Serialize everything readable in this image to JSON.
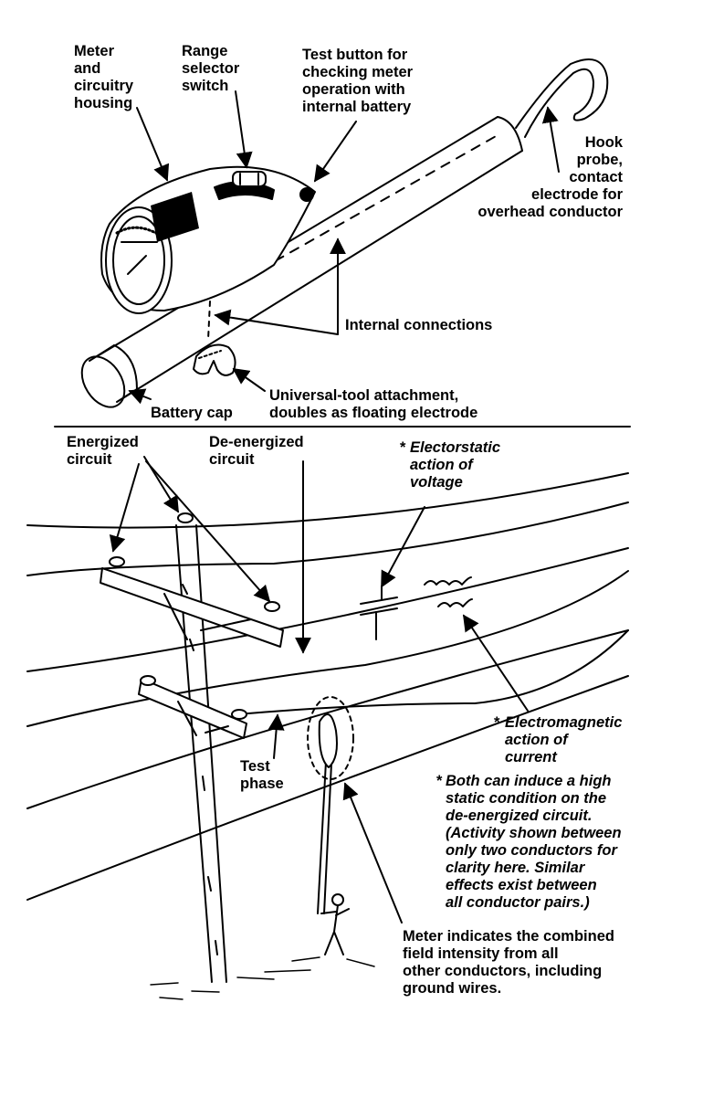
{
  "top_figure": {
    "meter_housing": "Meter\nand\ncircuitry\nhousing",
    "range_selector": "Range\nselector\nswitch",
    "test_button": "Test button for\nchecking meter\noperation with\ninternal battery",
    "hook_probe": "Hook\nprobe,\ncontact\nelectrode for\noverhead conductor",
    "internal_connections": "Internal connections",
    "universal_tool": "Universal-tool attachment,\ndoubles as floating electrode",
    "battery_cap": "Battery cap"
  },
  "bottom_figure": {
    "energized": "Energized\ncircuit",
    "deenergized": "De-energized\ncircuit",
    "electrostatic_star": "*",
    "electrostatic": "Electorstatic\naction of\nvoltage",
    "electromagnetic_star": "*",
    "electromagnetic": "Electromagnetic\naction of\ncurrent",
    "test_phase": "Test\nphase",
    "note_star": "*",
    "note": "Both can induce a high\nstatic condition on the\nde-energized circuit.\n(Activity shown between\nonly two conductors for\nclarity here. Similar\neffects exist between\nall conductor pairs.)",
    "meter_indicates": "Meter indicates the combined\nfield intensity from all\nother conductors, including\nground wires."
  },
  "colors": {
    "ink": "#000000",
    "paper": "#ffffff"
  }
}
